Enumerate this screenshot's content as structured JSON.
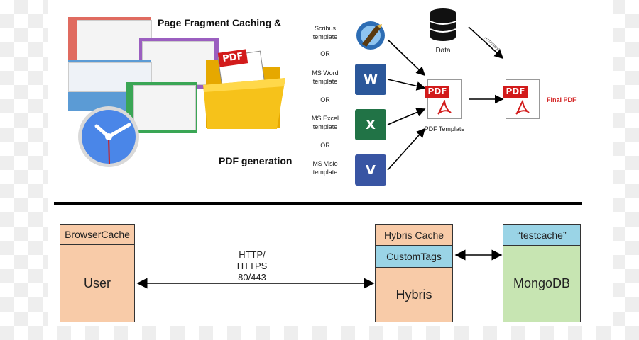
{
  "top": {
    "title_line1": "Page Fragment Caching &",
    "title_line2": "PDF generation",
    "folder_pdf_tag": "PDF",
    "templates": [
      {
        "line1": "Scribus",
        "line2": "template"
      },
      {
        "line1": "MS Word",
        "line2": "template"
      },
      {
        "line1": "MS Excel",
        "line2": "template"
      },
      {
        "line1": "MS Visio",
        "line2": "template"
      }
    ],
    "or_label": "OR",
    "icons": [
      "scribus-icon",
      "word-icon",
      "excel-icon",
      "visio-icon"
    ],
    "icon_glyphs": {
      "word": "W",
      "excel": "X",
      "visio": "V"
    },
    "data_label": "Data",
    "arrow_small_label": "HTTP/REST",
    "pdf_template_label": "PDF Template",
    "final_pdf_label": "Final PDF",
    "pdf_tag": "PDF"
  },
  "bottom": {
    "user_header": "BrowserCache",
    "user_label": "User",
    "protocol_line1": "HTTP/",
    "protocol_line2": "HTTPS",
    "protocol_line3": "80/443",
    "hybris_header": "Hybris Cache",
    "hybris_tags": "CustomTags",
    "hybris_label": "Hybris",
    "mongo_header": "“testcache”",
    "mongo_label": "MongoDB"
  },
  "colors": {
    "peach": "#f8cba8",
    "green": "#c7e5b2",
    "teal": "#9ad4e6",
    "pdf_red": "#d21b1b",
    "word_blue": "#2b579a",
    "excel_green": "#217346",
    "visio_blue": "#3955a3",
    "final_pdf_text": "#d21b1b"
  }
}
